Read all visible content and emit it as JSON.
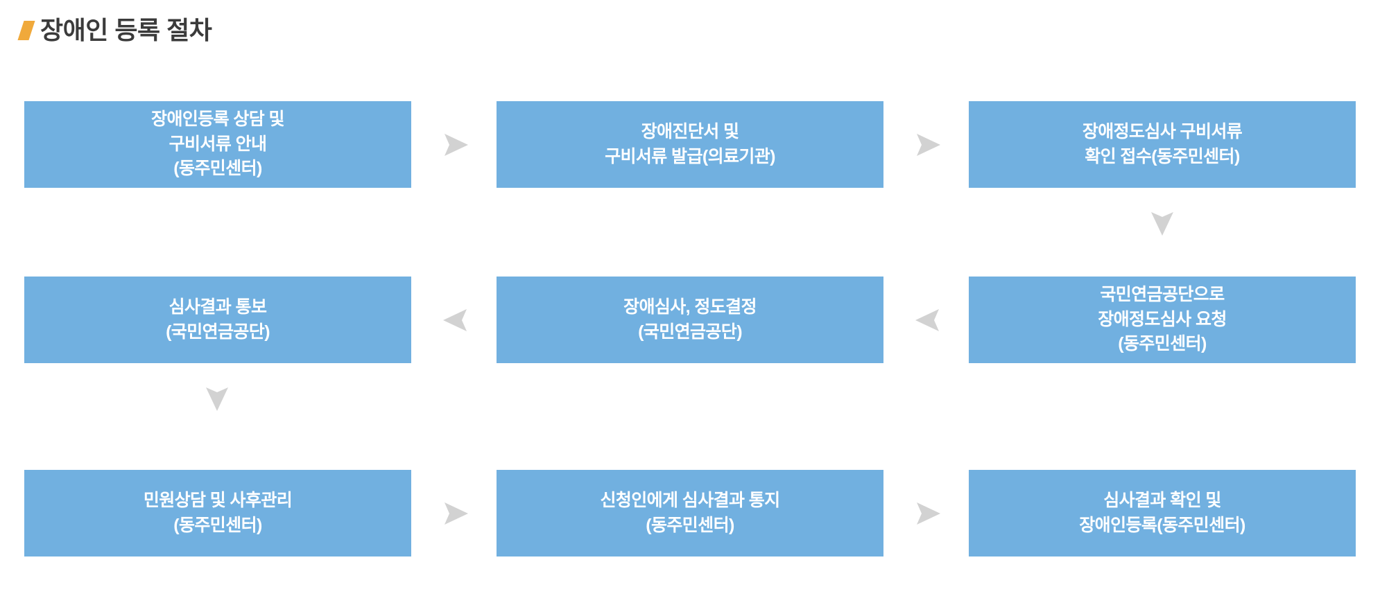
{
  "page": {
    "title": "장애인 등록 절차",
    "accent_color": "#F0A93B",
    "node_color": "#71B0E0",
    "arrow_color": "#D2D2D2",
    "node_text_color": "#FFFFFF",
    "title_text_color": "#3B3B3B",
    "background_color": "#FFFFFF"
  },
  "flow": {
    "type": "process-flowchart",
    "rows": 3,
    "columns": 3,
    "direction": "serpentine",
    "nodes": [
      {
        "id": "step-1",
        "row": 1,
        "col": 1,
        "label": "장애인등록 상담 및\n구비서류 안내\n(동주민센터)"
      },
      {
        "id": "step-2",
        "row": 1,
        "col": 2,
        "label": "장애진단서 및\n구비서류 발급(의료기관)"
      },
      {
        "id": "step-3",
        "row": 1,
        "col": 3,
        "label": "장애정도심사 구비서류\n확인 접수(동주민센터)"
      },
      {
        "id": "step-4",
        "row": 2,
        "col": 3,
        "label": "국민연금공단으로\n장애정도심사 요청\n(동주민센터)"
      },
      {
        "id": "step-5",
        "row": 2,
        "col": 2,
        "label": "장애심사, 정도결정\n(국민연금공단)"
      },
      {
        "id": "step-6",
        "row": 2,
        "col": 1,
        "label": "심사결과 통보\n(국민연금공단)"
      },
      {
        "id": "step-7",
        "row": 3,
        "col": 1,
        "label": "민원상담 및 사후관리\n(동주민센터)"
      },
      {
        "id": "step-8",
        "row": 3,
        "col": 2,
        "label": "신청인에게 심사결과 통지\n(동주민센터)"
      },
      {
        "id": "step-9",
        "row": 3,
        "col": 3,
        "label": "심사결과 확인 및\n장애인등록(동주민센터)"
      }
    ],
    "arrows": [
      {
        "id": "arrow-r1-c1-c2",
        "direction": "right"
      },
      {
        "id": "arrow-r1-c2-c3",
        "direction": "right"
      },
      {
        "id": "arrow-c3-r1-r2",
        "direction": "down"
      },
      {
        "id": "arrow-r2-c3-c2",
        "direction": "left"
      },
      {
        "id": "arrow-r2-c2-c1",
        "direction": "left"
      },
      {
        "id": "arrow-c1-r2-r3",
        "direction": "down"
      },
      {
        "id": "arrow-r3-c1-c2",
        "direction": "right"
      },
      {
        "id": "arrow-r3-c2-c3",
        "direction": "right"
      }
    ]
  }
}
